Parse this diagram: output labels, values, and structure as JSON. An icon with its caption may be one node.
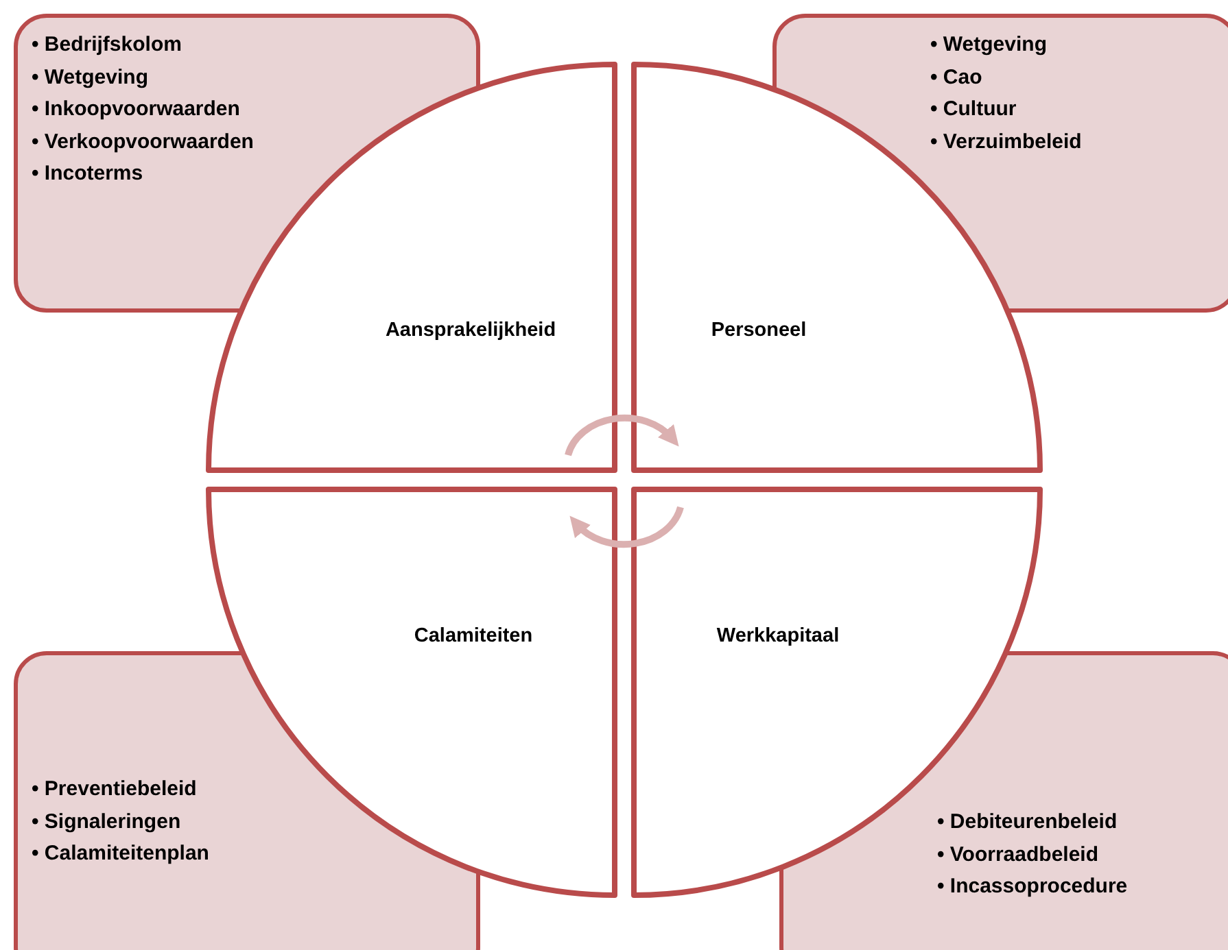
{
  "diagram": {
    "nodes": [
      {
        "text": [
          "• Bedrijfskolom",
          "• Wetgeving",
          "• Inkoopvoorwaarden",
          "• Verkoopvoorwaarden",
          "• Incoterms"
        ]
      },
      {
        "text": [
          "• Wetgeving",
          "• Cao",
          "• Cultuur",
          "• Verzuimbeleid"
        ]
      },
      {
        "text": [
          "Aansprakelijkheid"
        ]
      },
      {
        "text": [
          "Personeel"
        ]
      },
      {
        "text": [
          "Calamiteiten"
        ]
      },
      {
        "text": [
          "Werkkapitaal"
        ]
      },
      {
        "text": [
          "• Preventiebeleid",
          "• Signaleringen",
          "• Calamiteitenplan"
        ]
      },
      {
        "text": [
          "• Debiteurenbeleid",
          "• Voorraadbeleid",
          "• Incassoprocedure"
        ]
      }
    ],
    "edges": [
      {
        "from": 2,
        "to": 3,
        "arrow": "to",
        "color": "#dbb0b0"
      },
      {
        "from": 5,
        "to": 4,
        "arrow": "to",
        "color": "#dbb0b0"
      }
    ]
  }
}
